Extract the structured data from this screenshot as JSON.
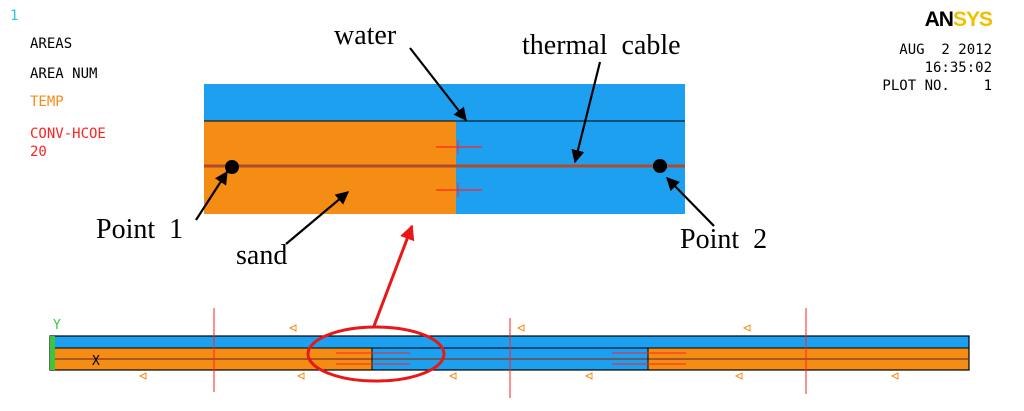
{
  "window_number": "1",
  "legend": {
    "line1": "AREAS",
    "line2": "AREA NUM",
    "line3": "TEMP",
    "line4": "CONV-HCOE",
    "line5": "20"
  },
  "brand": {
    "part1": "AN",
    "part2": "SYS"
  },
  "date": "AUG  2 2012",
  "time": "16:35:02",
  "plot_no": "PLOT NO.    1",
  "labels": {
    "water": "water",
    "thermal_cable": "thermal  cable",
    "point1": "Point  1",
    "point2": "Point  2",
    "sand": "sand"
  },
  "axis": {
    "y": "Y",
    "x": "X"
  },
  "colors": {
    "water": "#1ea0f0",
    "sand": "#f58c14",
    "cable": "#b04a2a",
    "bc_red": "#ff2222",
    "highlight": "#e81818",
    "cyan": "#00ffff",
    "black": "#000000"
  }
}
